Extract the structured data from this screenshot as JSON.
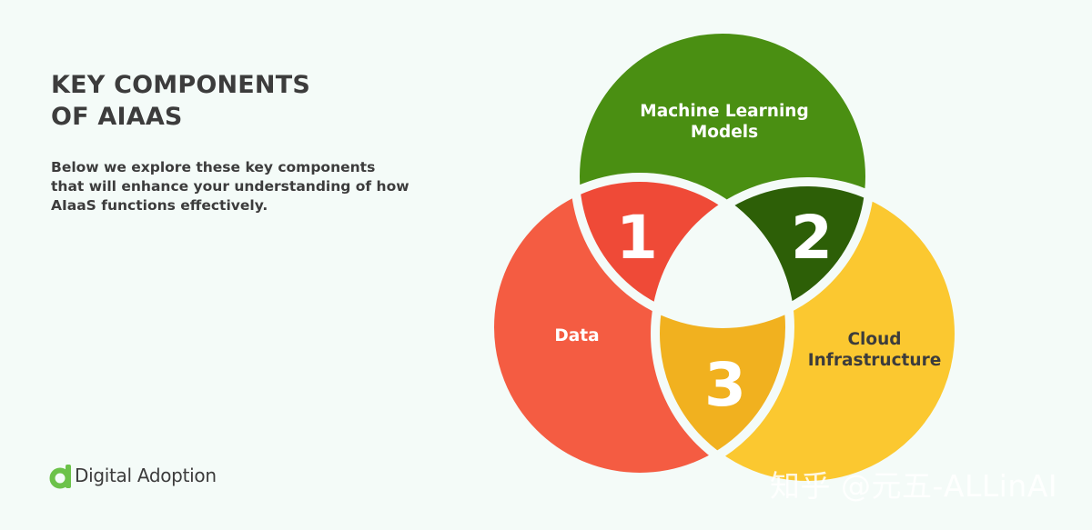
{
  "title": {
    "line1": "KEY COMPONENTS",
    "line2": "OF AIAAS"
  },
  "description": {
    "line1": "Below we explore these key components",
    "line2": "that will enhance your understanding of how",
    "line3": "AIaaS functions effectively."
  },
  "diagram": {
    "circles": {
      "ml": {
        "label_line1": "Machine Learning",
        "label_line2": "Models",
        "color": "#4a8f12"
      },
      "data": {
        "label": "Data",
        "color": "#f45c42"
      },
      "cloud": {
        "label_line1": "Cloud",
        "label_line2": "Infrastructure",
        "color": "#fbc830"
      }
    },
    "overlaps": {
      "one": {
        "label": "1",
        "color": "#ef4a37"
      },
      "two": {
        "label": "2",
        "color": "#2d5f07"
      },
      "three": {
        "label": "3",
        "color": "#f1b11f"
      }
    },
    "center_color": "#f4fbf8",
    "outline_color": "#f4fbf8"
  },
  "logo": {
    "text": "Digital Adoption",
    "icon": "digital-adoption-logo-icon",
    "color": "#6cc24a"
  },
  "watermark": {
    "text": "知乎 @元五-ALLinAI"
  }
}
